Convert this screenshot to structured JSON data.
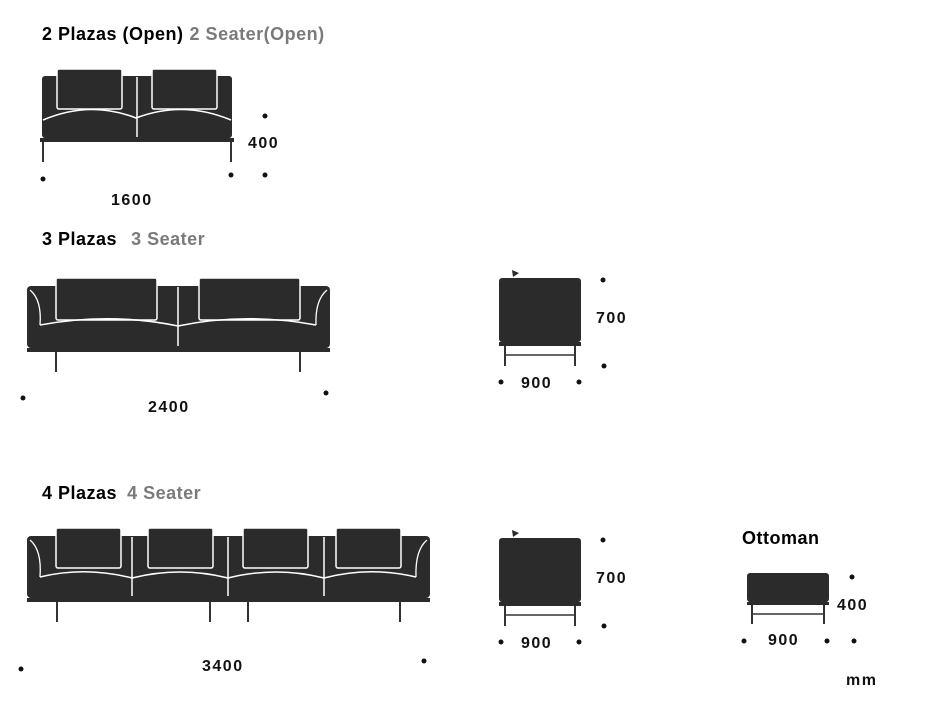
{
  "sections": [
    {
      "title": "2 Plazas (Open)",
      "subtitle": "2 Seater(Open)",
      "width_label": "1600",
      "height_label": "400"
    },
    {
      "title": "3 Plazas",
      "subtitle": "3 Seater",
      "width_label": "2400",
      "side_width_label": "900",
      "side_height_label": "700"
    },
    {
      "title": "4 Plazas",
      "subtitle": "4 Seater",
      "width_label": "3400",
      "side_width_label": "900",
      "side_height_label": "700"
    }
  ],
  "ottoman": {
    "title": "Ottoman",
    "width_label": "900",
    "height_label": "400"
  },
  "unit": "mm",
  "colors": {
    "upholstery": "#2b2b2b",
    "outline": "#ffffff",
    "subtitle": "#7a7a7a",
    "frame": "#333333"
  }
}
